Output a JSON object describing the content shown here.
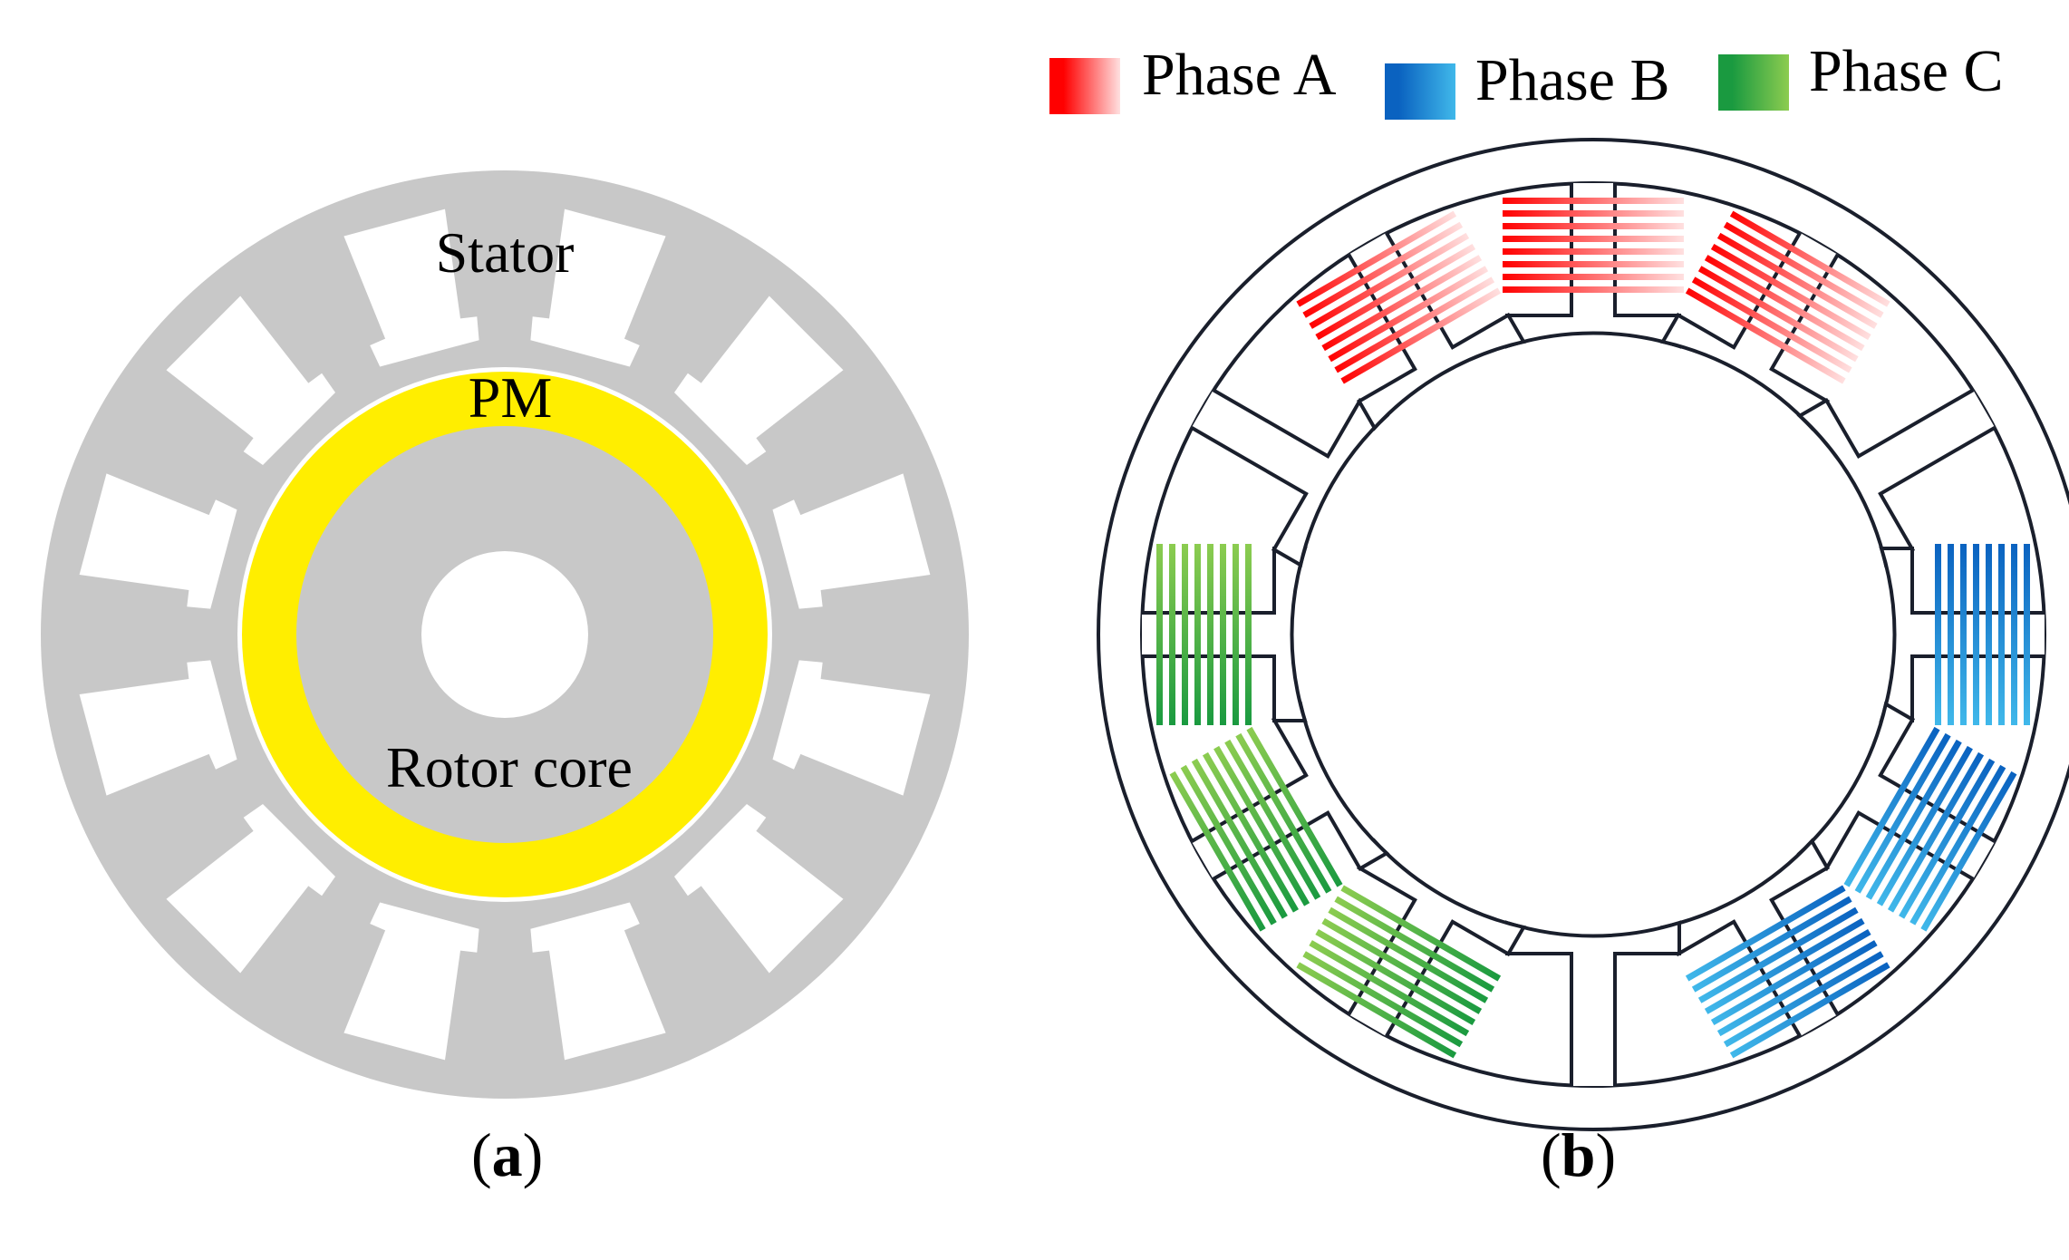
{
  "panel_a": {
    "labels": {
      "stator": "Stator",
      "pm": "PM",
      "rotor": "Rotor core"
    },
    "caption": {
      "open": "(",
      "letter": "a",
      "close": ")"
    },
    "colors": {
      "iron": "#c8c8c8",
      "magnet": "#ffee00",
      "slot": "#ffffff"
    },
    "slot_count": 12
  },
  "panel_b": {
    "caption": {
      "open": "(",
      "letter": "b",
      "close": ")"
    },
    "legend": [
      {
        "label": "Phase A",
        "color": "#ff0000",
        "fade": "#ffe0e0"
      },
      {
        "label": "Phase B",
        "color": "#0a62c0",
        "fade": "#40b8ea"
      },
      {
        "label": "Phase C",
        "color": "#1a9a40",
        "fade": "#8ccc50"
      }
    ],
    "slot_count": 12,
    "coil_phases": [
      "A",
      "A",
      "B",
      "B",
      "B",
      "C",
      "C",
      "C",
      "A"
    ],
    "outline_color": "#1a1f2c"
  }
}
